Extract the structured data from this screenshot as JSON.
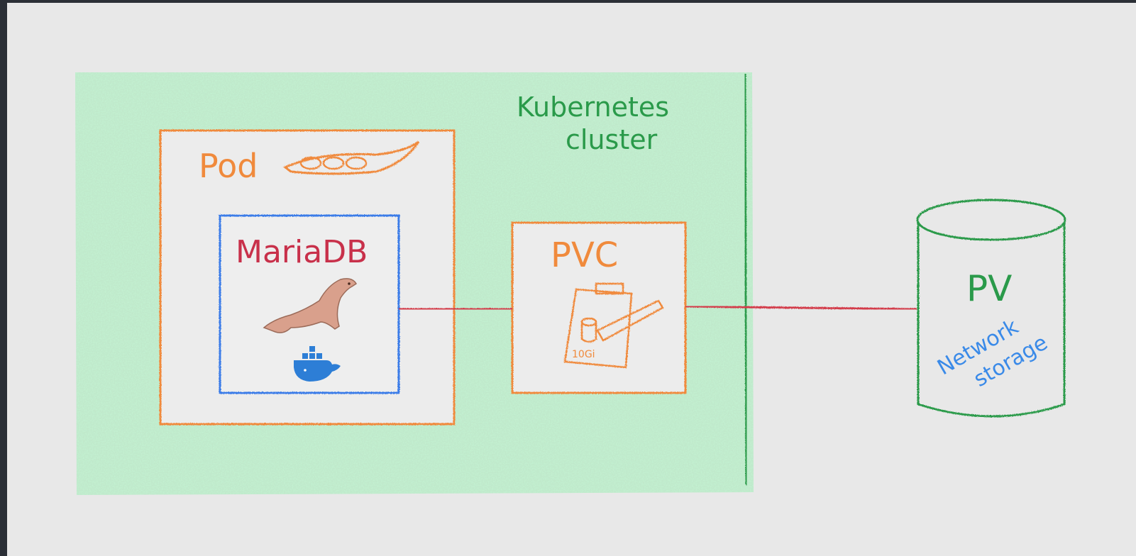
{
  "diagram": {
    "cluster_label_line1": "Kubernetes",
    "cluster_label_line2": "cluster",
    "pod_label": "Pod",
    "container_label": "MariaDB",
    "pvc_label": "PVC",
    "pvc_capacity": "10Gi",
    "pv_label": "PV",
    "pv_sublabel_line1": "Network",
    "pv_sublabel_line2": "storage",
    "icons": [
      "peapod-icon",
      "seal-icon",
      "docker-whale-icon",
      "clipboard-icon"
    ],
    "colors": {
      "cluster_fill": "#8fe8a8",
      "cluster_text": "#2a9a4a",
      "pod_border": "#f08a3c",
      "container_border": "#3a7be8",
      "mariadb_text": "#c8304a",
      "link_line": "#d33a4a",
      "pv_border": "#2a9a4a",
      "pv_sublabel": "#3a8ae8"
    }
  }
}
